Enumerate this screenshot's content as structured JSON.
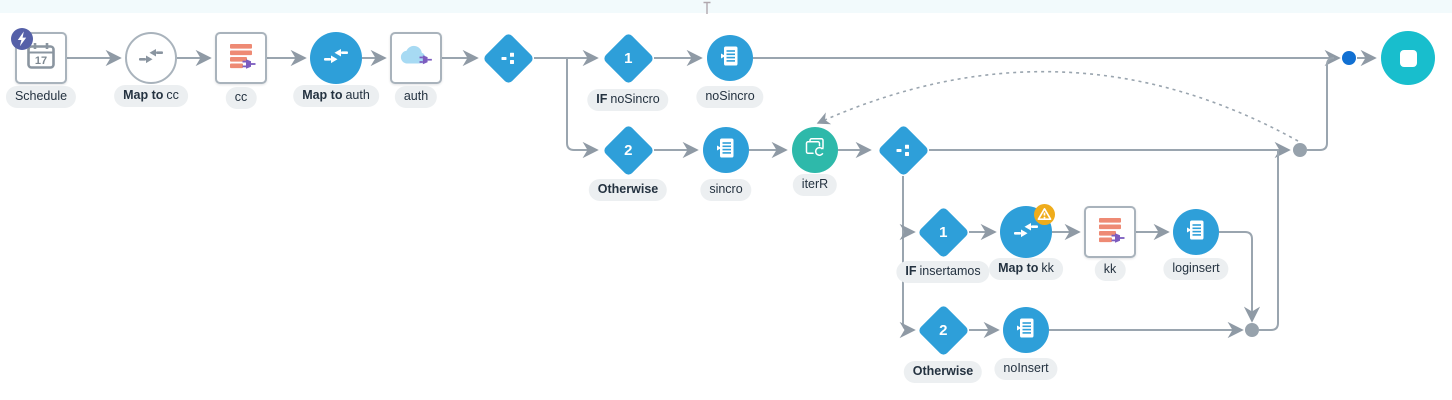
{
  "app": {
    "view": "pipeline-canvas"
  },
  "colors": {
    "node_blue": "#2E9FD9",
    "node_teal": "#2EB9AA",
    "end_cyan": "#18BECD",
    "connector_gray": "#9AA5AF",
    "terminal_dot_blue": "#1170D2",
    "warning_amber": "#EFAC1B",
    "trigger_indigo": "#5560A8",
    "dataset_salmon": "#EE8A74",
    "plug_purple": "#7C5CBF",
    "label_pill_bg": "#ECEFF1"
  },
  "nodes": {
    "schedule": {
      "label": "Schedule",
      "date": "17"
    },
    "map_to_cc": {
      "strong": "Map to",
      "rest": "cc"
    },
    "cc": {
      "label": "cc"
    },
    "map_to_auth": {
      "strong": "Map to",
      "rest": "auth"
    },
    "auth": {
      "label": "auth"
    },
    "if_nosincro": {
      "number": "1",
      "strong": "IF",
      "rest": "noSincro"
    },
    "nosincro": {
      "label": "noSincro"
    },
    "otherwise_1": {
      "number": "2",
      "label": "Otherwise"
    },
    "sincro": {
      "label": "sincro"
    },
    "iterr": {
      "label": "iterR"
    },
    "if_insertamos": {
      "number": "1",
      "strong": "IF",
      "rest": "insertamos"
    },
    "map_to_kk": {
      "strong": "Map to",
      "rest": "kk"
    },
    "kk": {
      "label": "kk"
    },
    "loginsert": {
      "label": "loginsert"
    },
    "otherwise_2": {
      "number": "2",
      "label": "Otherwise"
    },
    "noinsert": {
      "label": "noInsert"
    }
  },
  "icons": {
    "schedule": "calendar-icon",
    "mapper": "merge-arrows-icon",
    "dataset": "table-rows-plug-icon",
    "auth": "cloud-plug-icon",
    "router": "route-split-icon",
    "log": "document-log-icon",
    "iterate": "copies-refresh-icon",
    "end": "stop-square-icon",
    "trigger_badge": "lightning-icon",
    "warning_badge": "warning-triangle-icon"
  }
}
